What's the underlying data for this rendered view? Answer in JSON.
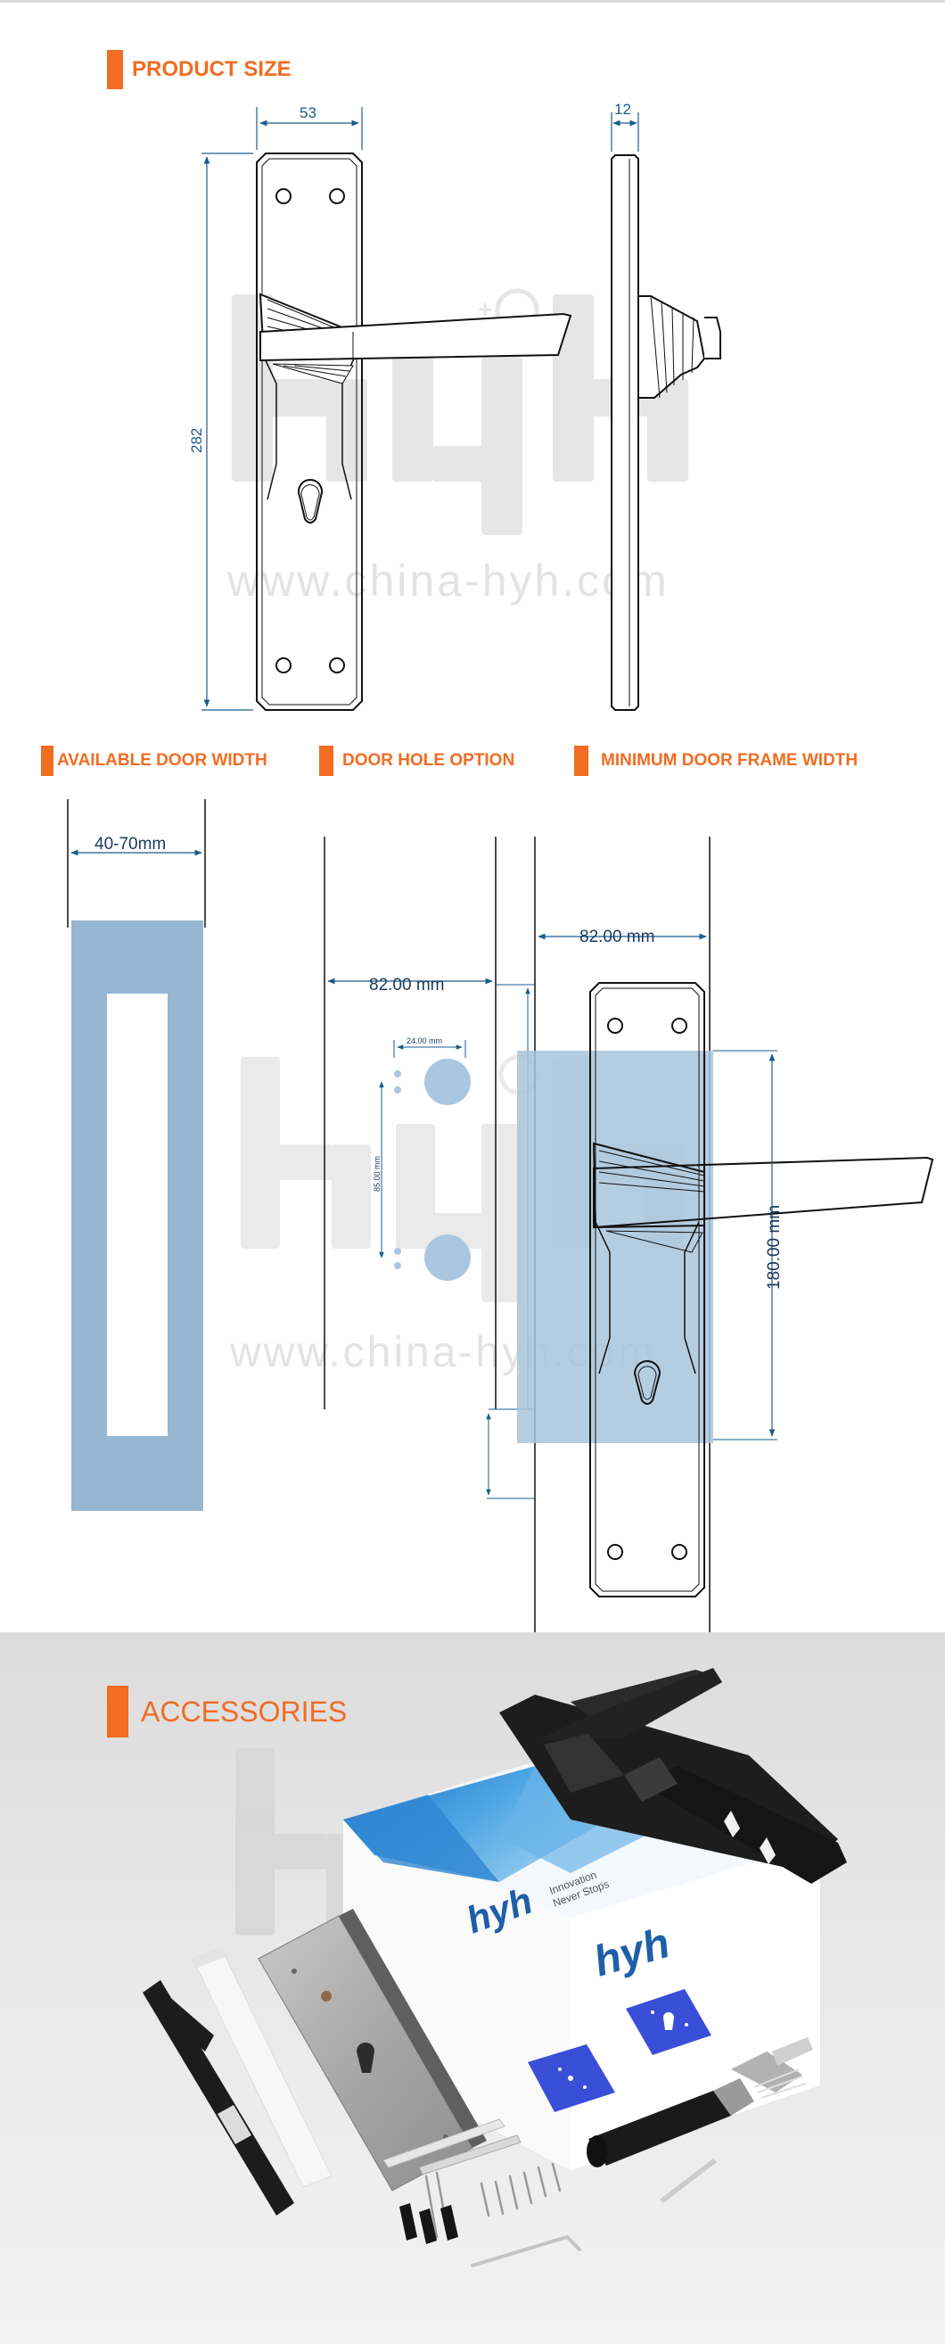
{
  "sections": {
    "product_size": "PRODUCT SIZE",
    "available_door_width": "AVAILABLE DOOR WIDTH",
    "door_hole_option": "DOOR HOLE OPTION",
    "minimum_door_frame_width": "MINIMUM DOOR FRAME WIDTH",
    "accessories": "ACCESSORIES"
  },
  "dimensions": {
    "width": "53",
    "thickness": "12",
    "height": "282",
    "door_width": "40-70mm",
    "hole_offset": "82.00 mm",
    "hole_diameter": "24.00 mm",
    "hole_spacing": "85.00 mm",
    "frame_width": "82.00 mm",
    "handle_spacing": "180.00 mm"
  },
  "watermark": {
    "brand": "hyh",
    "url": "www.china-hyh.com"
  },
  "packaging": {
    "brand": "hyh",
    "slogan_line1": "Innovation",
    "slogan_line2": "Never Stops"
  },
  "colors": {
    "accent": "#f26c22",
    "dimension_blue": "#1a5c8c",
    "door_blue": "#8fb0cc",
    "watermark": "#e3e3e3"
  }
}
